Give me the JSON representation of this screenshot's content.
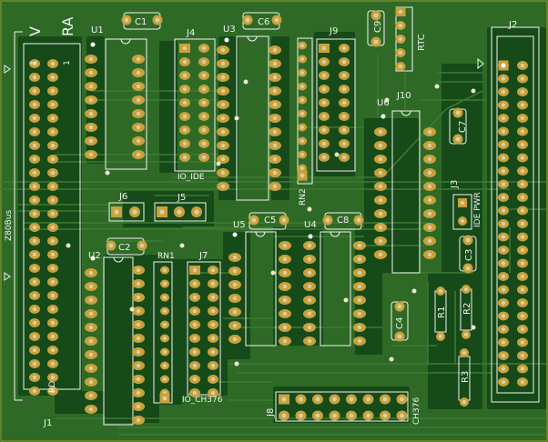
{
  "board": {
    "colors": {
      "copper": "#2e6a26",
      "substrate": "#164a18",
      "track": "#3d7a32",
      "pad": "#c9a13a",
      "pad_hole": "#d8cfa8",
      "silk": "#f2f2f2"
    },
    "labels": {
      "u1": "U1",
      "u2": "U2",
      "u3": "U3",
      "u4": "U4",
      "u5": "U5",
      "u6": "U6",
      "c1": "C1",
      "c2": "C2",
      "c3": "C3",
      "c4": "C4",
      "c5": "C5",
      "c6": "C6",
      "c7": "C7",
      "c8": "C8",
      "c9": "C9",
      "j1": "J1",
      "j2": "J2",
      "j3": "J3",
      "j4": "J4",
      "j5": "J5",
      "j6": "J6",
      "j7": "J7",
      "j8": "J8",
      "j9": "J9",
      "j10": "J10",
      "rn1": "RN1",
      "rn2": "RN2",
      "r1": "R1",
      "r2": "R2",
      "r3": "R3",
      "rtc": "RTC",
      "io_ide": "IO_IDE",
      "io_ch376": "IO_CH376",
      "ide_pwr": "IDE PWR",
      "ch376": "CH376",
      "z80bus": "Z80Bus",
      "v": "V",
      "ra": "RA",
      "rd": "RD",
      "pin1_a": "1",
      "pin1_b": "1"
    }
  }
}
